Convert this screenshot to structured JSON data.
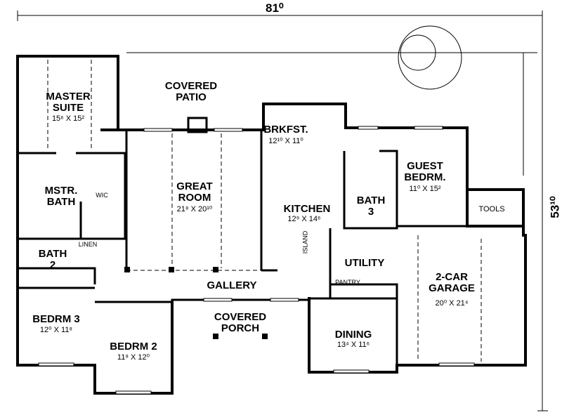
{
  "overall": {
    "width": "81⁰",
    "depth": "53¹⁰"
  },
  "rooms": {
    "master_suite": {
      "name": "MASTER\nSUITE",
      "size": "15⁶ X 15²"
    },
    "covered_patio": {
      "name": "COVERED\nPATIO"
    },
    "brkfst": {
      "name": "BRKFST.",
      "size": "12¹⁰ X 11⁰"
    },
    "guest_bedrm": {
      "name": "GUEST\nBEDRM.",
      "size": "11⁰ X 15²"
    },
    "great_room": {
      "name": "GREAT\nROOM",
      "size": "21⁸ X 20¹⁰"
    },
    "mstr_bath": {
      "name": "MSTR.\nBATH"
    },
    "wic": {
      "name": "WIC"
    },
    "kitchen": {
      "name": "KITCHEN",
      "size": "12⁹ X 14⁶"
    },
    "island": {
      "name": "ISLAND"
    },
    "bath3": {
      "name": "BATH\n3"
    },
    "tools": {
      "name": "TOOLS"
    },
    "linen": {
      "name": "LINEN"
    },
    "bath2": {
      "name": "BATH\n2"
    },
    "utility": {
      "name": "UTILITY"
    },
    "pantry": {
      "name": "PANTRY"
    },
    "garage": {
      "name": "2-CAR\nGARAGE",
      "size": "20⁰ X 21⁴"
    },
    "gallery": {
      "name": "GALLERY"
    },
    "bedrm3": {
      "name": "BEDRM 3",
      "size": "12⁰ X 11⁸"
    },
    "bedrm2": {
      "name": "BEDRM 2",
      "size": "11⁸ X 12⁰"
    },
    "covered_porch": {
      "name": "COVERED\nPORCH"
    },
    "dining": {
      "name": "DINING",
      "size": "13⁴ X 11⁶"
    }
  }
}
